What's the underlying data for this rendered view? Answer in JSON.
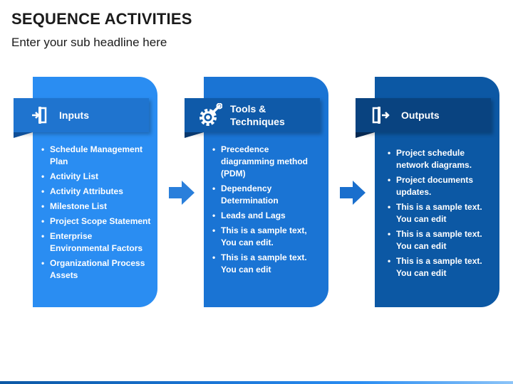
{
  "title": "SEQUENCE ACTIVITIES",
  "subtitle": "Enter your sub headline here",
  "colors": {
    "card1": "#2a8df2",
    "card2": "#1a74d4",
    "card3": "#0c58a4",
    "arrow": "#2a7fdb"
  },
  "cards": [
    {
      "icon": "sign-in-icon",
      "label": "Inputs",
      "items": [
        "Schedule Management Plan",
        "Activity List",
        "Activity Attributes",
        "Milestone List",
        "Project Scope Statement",
        "Enterprise Environmental Factors",
        "Organizational Process Assets"
      ]
    },
    {
      "icon": "gear-wrench-icon",
      "label_line1": "Tools &",
      "label_line2": "Techniques",
      "items": [
        "Precedence diagramming method (PDM)",
        "Dependency Determination",
        "Leads and Lags",
        "This is a sample text, You can edit.",
        "This is a sample text. You can edit"
      ]
    },
    {
      "icon": "sign-out-icon",
      "label": "Outputs",
      "items": [
        "Project schedule network diagrams.",
        "Project documents updates.",
        "This is a sample text. You can edit",
        "This is a sample text. You can edit",
        "This is a sample text. You can edit"
      ]
    }
  ]
}
